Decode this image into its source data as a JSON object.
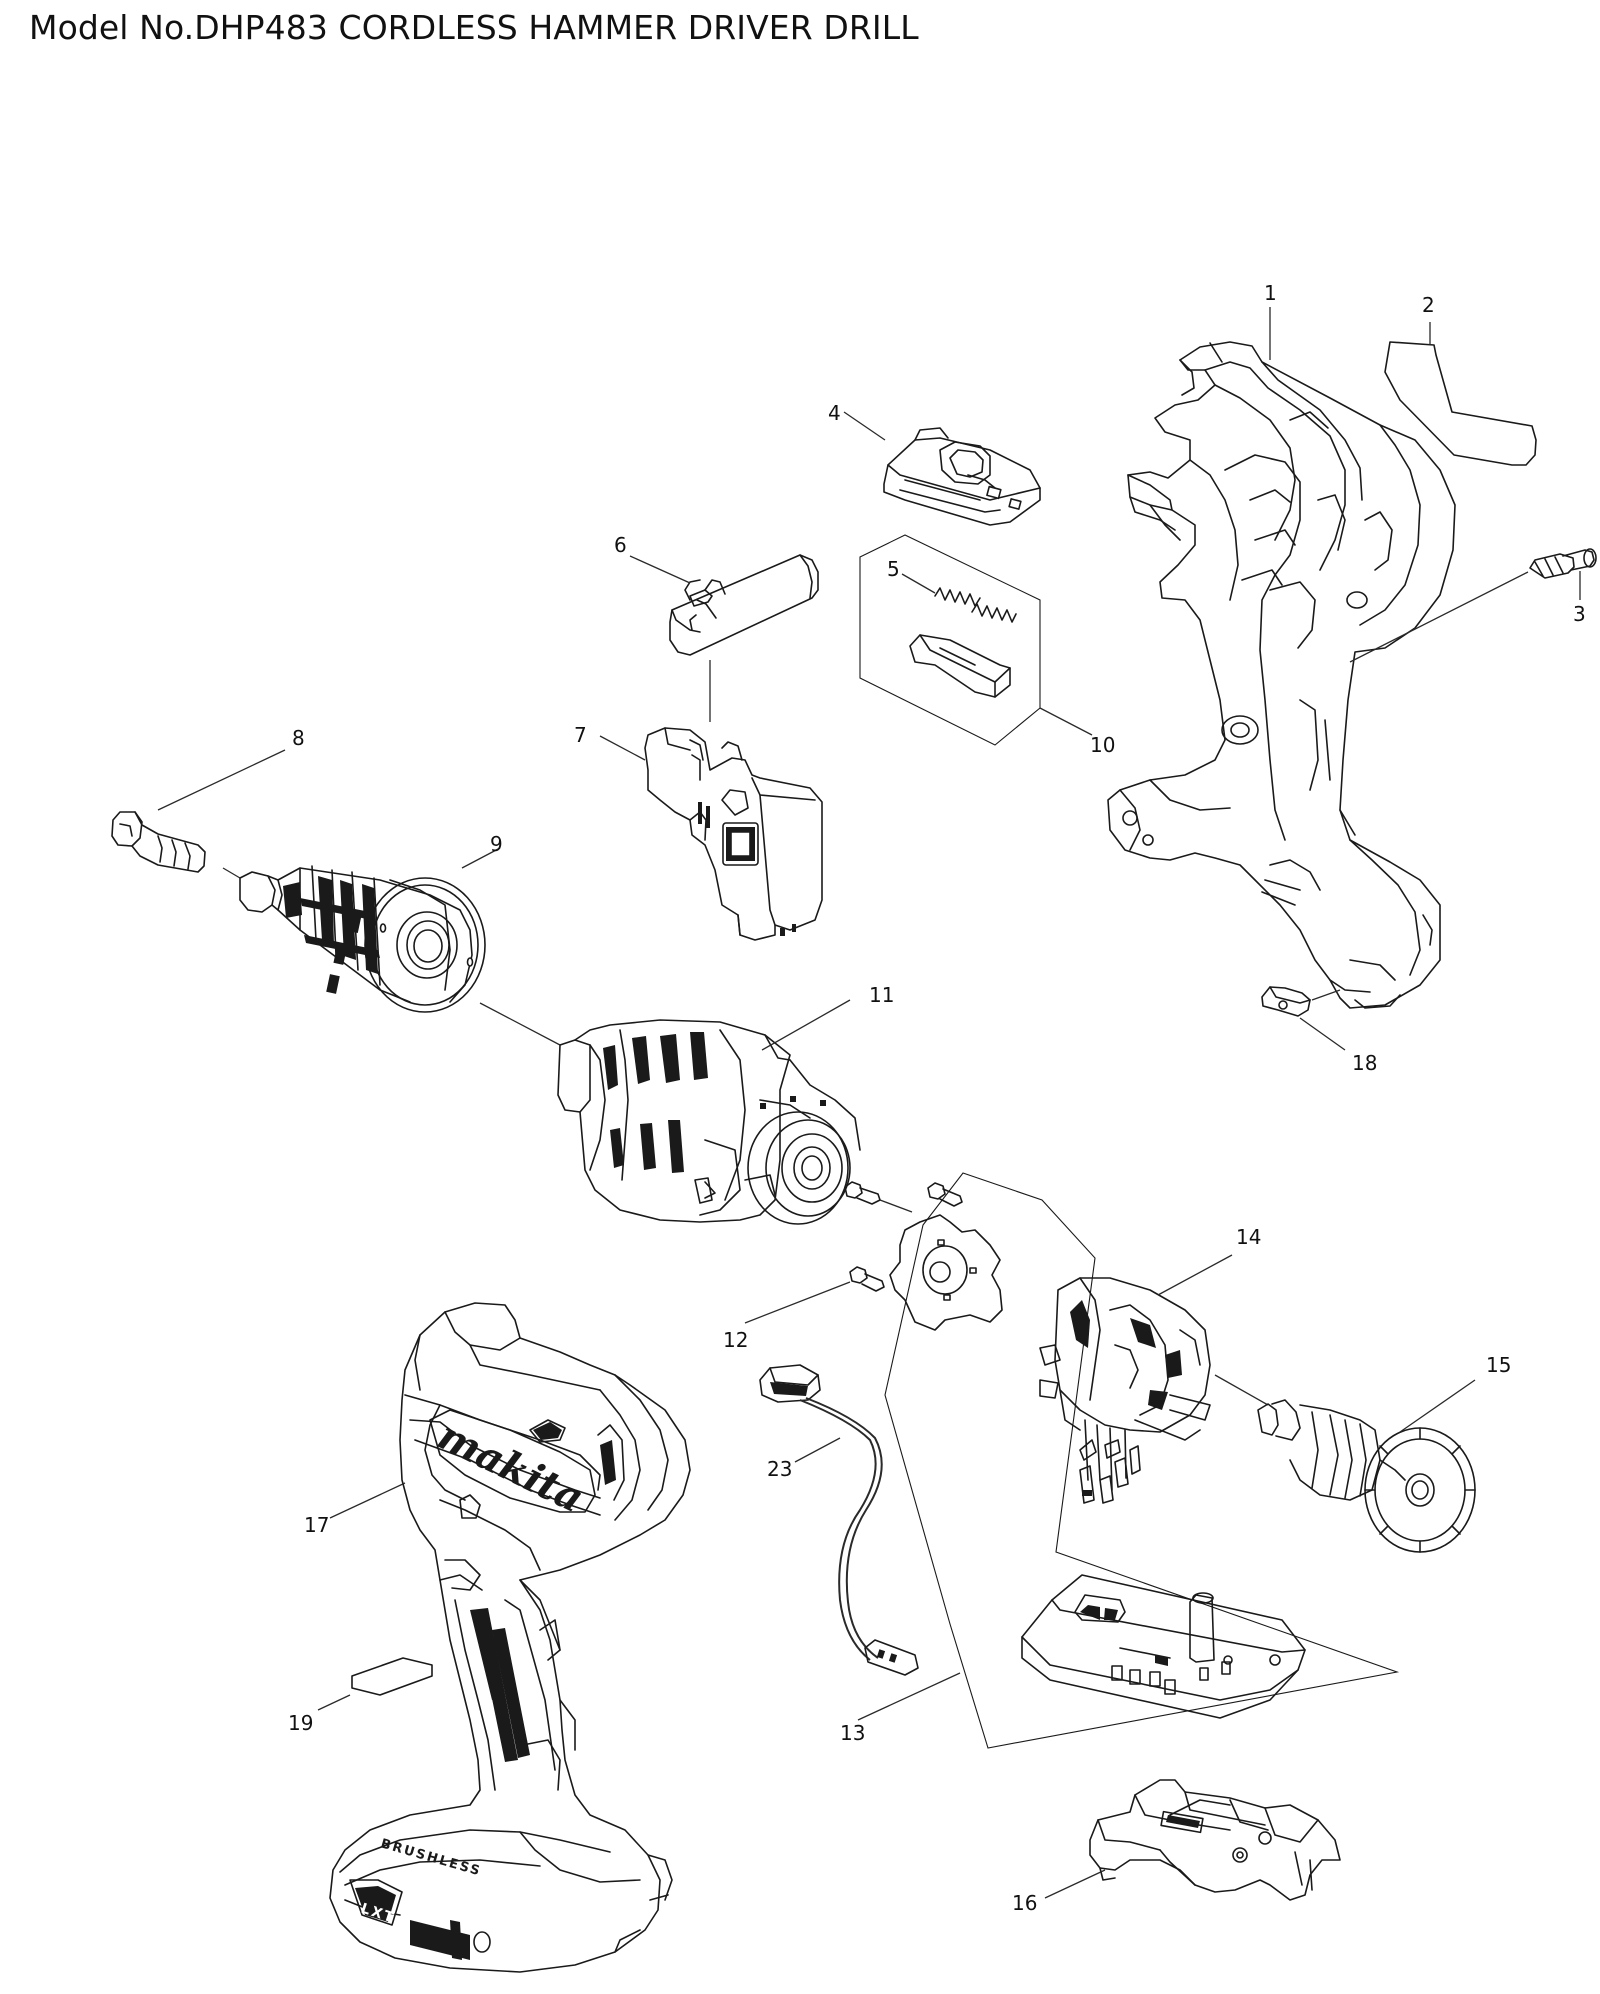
{
  "title": "Model No.DHP483 CORDLESS HAMMER DRIVER DRILL",
  "part_numbers": {
    "p1": "1",
    "p2": "2",
    "p3": "3",
    "p4": "4",
    "p5": "5",
    "p6": "6",
    "p7": "7",
    "p8": "8",
    "p9": "9",
    "p10": "10",
    "p11": "11",
    "p12": "12",
    "p13": "13",
    "p14": "14",
    "p15": "15",
    "p16": "16",
    "p17": "17",
    "p18": "18",
    "p19": "19",
    "p23": "23"
  },
  "housing_markings": {
    "brand": "makita",
    "brushless": "BRUSHLESS",
    "lxt": "LXT"
  }
}
